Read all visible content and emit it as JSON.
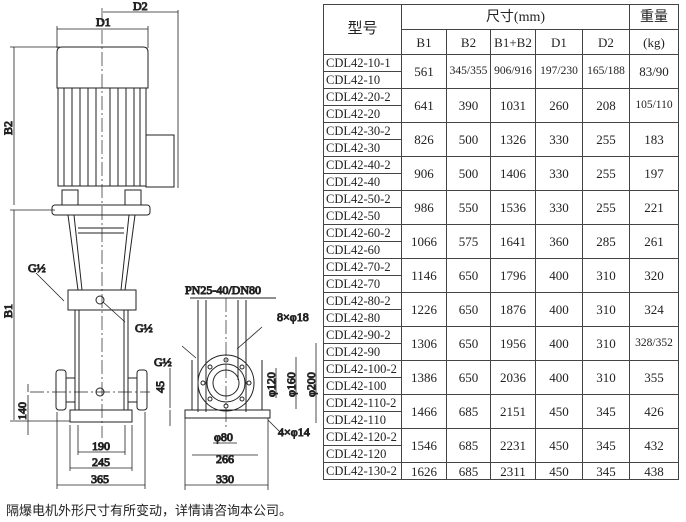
{
  "drawing": {
    "d1": "D1",
    "d2": "D2",
    "b1": "B1",
    "b2": "B2",
    "g1": "G½",
    "g2": "G½",
    "g3": "G½",
    "dim140": "140",
    "dim190": "190",
    "dim245": "245",
    "dim365": "365",
    "flange": "PN25-40/DN80",
    "bolts": "8×φ18",
    "phi120": "φ120",
    "phi160": "φ160",
    "phi200": "φ200",
    "dim45": "45",
    "phi80": "φ80",
    "dim266": "266",
    "dim330": "330",
    "feet": "4×φ14"
  },
  "table": {
    "model_header": "型号",
    "size_header": "尺寸(mm)",
    "weight_header": "重量",
    "weight_unit": "(kg)",
    "cols": [
      "B1",
      "B2",
      "B1+B2",
      "D1",
      "D2"
    ],
    "rows": [
      {
        "models": [
          "CDL42-10-1",
          "CDL42-10"
        ],
        "v": [
          "561",
          "345/355",
          "906/916",
          "197/230",
          "165/188",
          "83/90"
        ]
      },
      {
        "models": [
          "CDL42-20-2",
          "CDL42-20"
        ],
        "v": [
          "641",
          "390",
          "1031",
          "260",
          "208",
          "105/110"
        ]
      },
      {
        "models": [
          "CDL42-30-2",
          "CDL42-30"
        ],
        "v": [
          "826",
          "500",
          "1326",
          "330",
          "255",
          "183"
        ]
      },
      {
        "models": [
          "CDL42-40-2",
          "CDL42-40"
        ],
        "v": [
          "906",
          "500",
          "1406",
          "330",
          "255",
          "197"
        ]
      },
      {
        "models": [
          "CDL42-50-2",
          "CDL42-50"
        ],
        "v": [
          "986",
          "550",
          "1536",
          "330",
          "255",
          "221"
        ]
      },
      {
        "models": [
          "CDL42-60-2",
          "CDL42-60"
        ],
        "v": [
          "1066",
          "575",
          "1641",
          "360",
          "285",
          "261"
        ]
      },
      {
        "models": [
          "CDL42-70-2",
          "CDL42-70"
        ],
        "v": [
          "1146",
          "650",
          "1796",
          "400",
          "310",
          "320"
        ]
      },
      {
        "models": [
          "CDL42-80-2",
          "CDL42-80"
        ],
        "v": [
          "1226",
          "650",
          "1876",
          "400",
          "310",
          "324"
        ]
      },
      {
        "models": [
          "CDL42-90-2",
          "CDL42-90"
        ],
        "v": [
          "1306",
          "650",
          "1956",
          "400",
          "310",
          "328/352"
        ]
      },
      {
        "models": [
          "CDL42-100-2",
          "CDL42-100"
        ],
        "v": [
          "1386",
          "650",
          "2036",
          "400",
          "310",
          "355"
        ]
      },
      {
        "models": [
          "CDL42-110-2",
          "CDL42-110"
        ],
        "v": [
          "1466",
          "685",
          "2151",
          "450",
          "345",
          "426"
        ]
      },
      {
        "models": [
          "CDL42-120-2",
          "CDL42-120"
        ],
        "v": [
          "1546",
          "685",
          "2231",
          "450",
          "345",
          "432"
        ]
      },
      {
        "models": [
          "CDL42-130-2"
        ],
        "v": [
          "1626",
          "685",
          "2311",
          "450",
          "345",
          "438"
        ]
      }
    ]
  },
  "note": "隔爆电机外形尺寸有所变动，详情请咨询本公司。"
}
